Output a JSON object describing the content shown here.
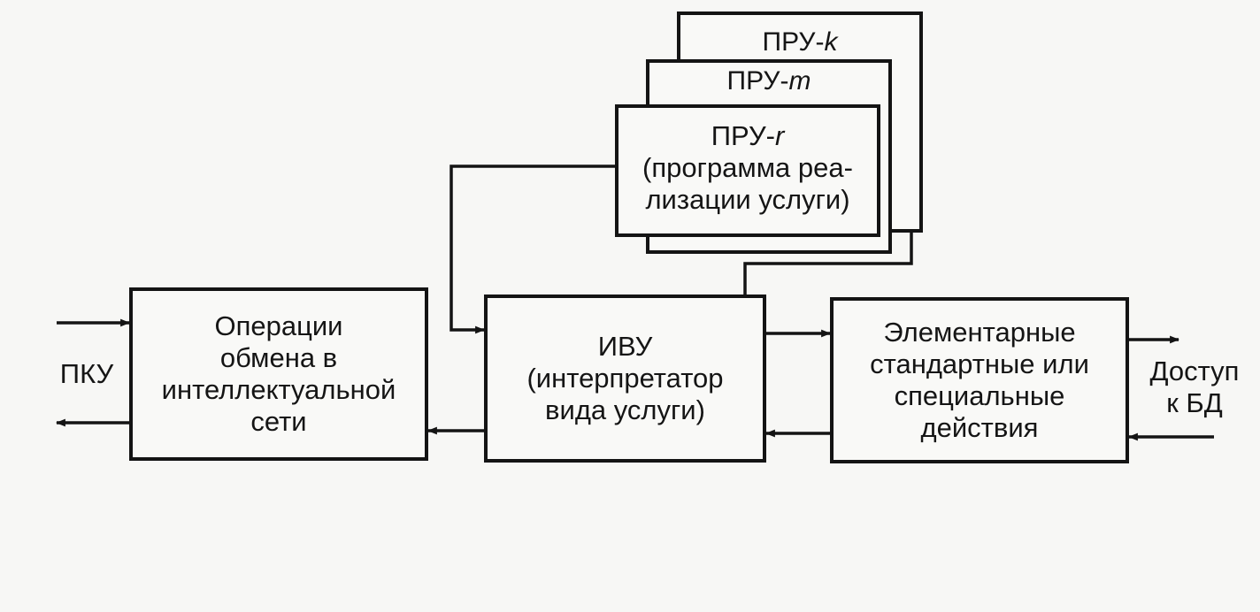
{
  "pru_k": {
    "name": "ПРУ-",
    "var": "k"
  },
  "pru_m": {
    "name": "ПРУ-",
    "var": "m"
  },
  "pru_r": {
    "name": "ПРУ-",
    "var": "r",
    "lines": [
      "(программа реа-",
      "лизации услуги)"
    ]
  },
  "exchange": {
    "lines": [
      "Операции",
      "обмена в",
      "интеллектуальной",
      "сети"
    ]
  },
  "ivu": {
    "lines": [
      "ИВУ",
      "(интерпретатор",
      "вида услуги)"
    ]
  },
  "actions": {
    "lines": [
      "Элементарные",
      "стандартные или",
      "специальные",
      "действия"
    ]
  },
  "pku": {
    "label": "ПКУ"
  },
  "db": {
    "lines": [
      "Доступ",
      "к БД"
    ]
  }
}
